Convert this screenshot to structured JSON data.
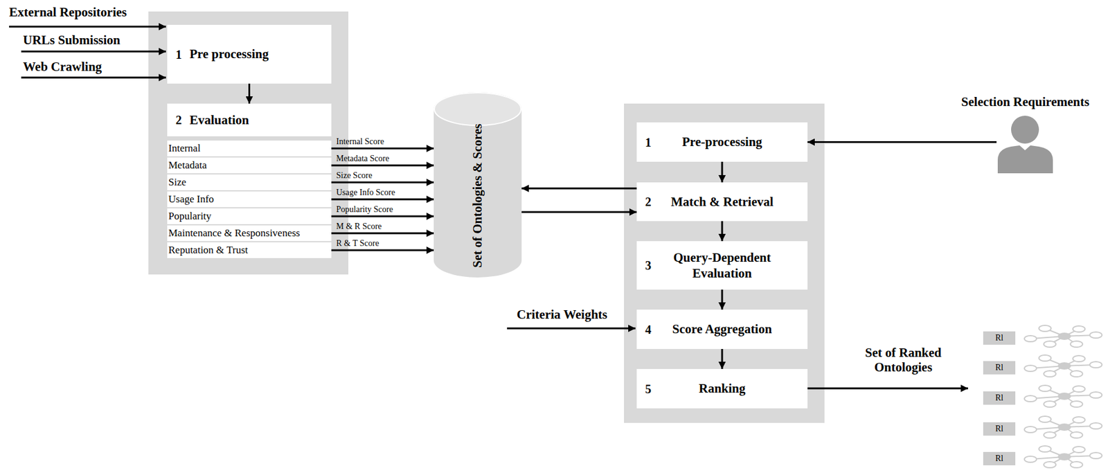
{
  "diagram": {
    "nodes": [
      {
        "text": [
          "1",
          "Pre processing"
        ]
      },
      {
        "text": [
          "2",
          "Evaluation"
        ]
      },
      {
        "text": [
          "Internal"
        ]
      },
      {
        "text": [
          "Metadata"
        ]
      },
      {
        "text": [
          "Size"
        ]
      },
      {
        "text": [
          "Usage Info"
        ]
      },
      {
        "text": [
          "Popularity"
        ]
      },
      {
        "text": [
          "Maintenance & Responsiveness"
        ]
      },
      {
        "text": [
          "Reputation & Trust"
        ]
      },
      {
        "text": [
          "Set of Ontologies & Scores"
        ]
      },
      {
        "text": [
          "Selection Requirements"
        ]
      },
      {
        "text": [
          "1",
          "Pre-processing"
        ]
      },
      {
        "text": [
          "2",
          "Match & Retrieval"
        ]
      },
      {
        "text": [
          "3",
          "Query-Dependent Evaluation"
        ]
      },
      {
        "text": [
          "4",
          "Score Aggregation"
        ]
      },
      {
        "text": [
          "5",
          "Ranking"
        ]
      },
      {
        "text": [
          "Rl"
        ]
      },
      {
        "text": [
          "Rl"
        ]
      },
      {
        "text": [
          "Rl"
        ]
      },
      {
        "text": [
          "Rl"
        ]
      },
      {
        "text": [
          "Rl"
        ]
      }
    ],
    "edges": [
      {
        "from": 0,
        "to": 1,
        "arrow": "to"
      },
      {
        "from": 2,
        "to": 9,
        "label": "Internal Score",
        "arrow": "to"
      },
      {
        "from": 3,
        "to": 9,
        "label": "Metadata Score",
        "arrow": "to"
      },
      {
        "from": 4,
        "to": 9,
        "label": "Size Score",
        "arrow": "to"
      },
      {
        "from": 5,
        "to": 9,
        "label": "Usage Info Score",
        "arrow": "to"
      },
      {
        "from": 6,
        "to": 9,
        "label": "Popularity Score",
        "arrow": "to"
      },
      {
        "from": 7,
        "to": 9,
        "label": "M & R Score",
        "arrow": "to"
      },
      {
        "from": 8,
        "to": 9,
        "label": "R & T Score",
        "arrow": "to"
      },
      {
        "from": 10,
        "to": 11,
        "arrow": "to"
      },
      {
        "from": 12,
        "to": 9,
        "arrow": "to"
      },
      {
        "from": 9,
        "to": 12,
        "arrow": "to"
      },
      {
        "from": 11,
        "to": 12,
        "arrow": "to"
      },
      {
        "from": 12,
        "to": 13,
        "arrow": "to"
      },
      {
        "from": 13,
        "to": 14,
        "arrow": "to"
      },
      {
        "from": 14,
        "to": 15,
        "arrow": "to"
      }
    ],
    "labels": [
      "External Repositories",
      "URLs Submission",
      "Web Crawling",
      "Criteria Weights",
      "Set of Ranked Ontologies"
    ]
  }
}
